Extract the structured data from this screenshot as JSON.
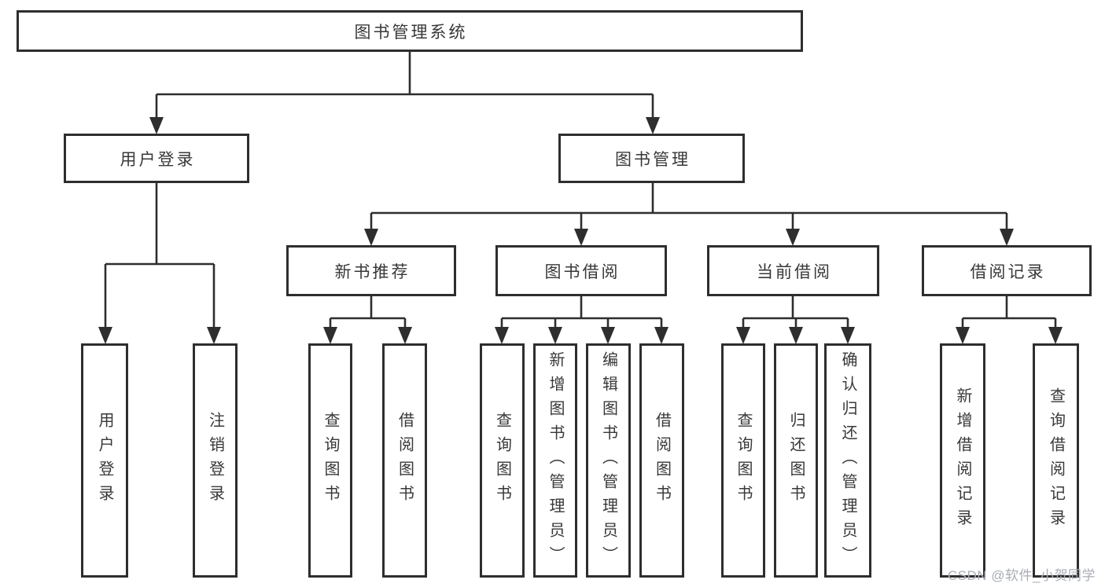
{
  "title": "图书管理系统",
  "level2": {
    "user_login": "用户登录",
    "book_mgmt": "图书管理"
  },
  "user_login_children": [
    "用户登录",
    "注销登录"
  ],
  "modules": [
    {
      "label": "新书推荐",
      "children": [
        "查询图书",
        "借阅图书"
      ]
    },
    {
      "label": "图书借阅",
      "children": [
        "查询图书",
        "新增图书（管理员）",
        "编辑图书（管理员）",
        "借阅图书"
      ]
    },
    {
      "label": "当前借阅",
      "children": [
        "查询图书",
        "归还图书",
        "确认归还（管理员）"
      ]
    },
    {
      "label": "借阅记录",
      "children": [
        "新增借阅记录",
        "查询借阅记录"
      ]
    }
  ],
  "watermark": "CSDN @软件_小贺同学",
  "colors": {
    "line": "#2e2e2e",
    "text": "#383838",
    "watermark": "#a9adb4",
    "background": "#ffffff"
  }
}
